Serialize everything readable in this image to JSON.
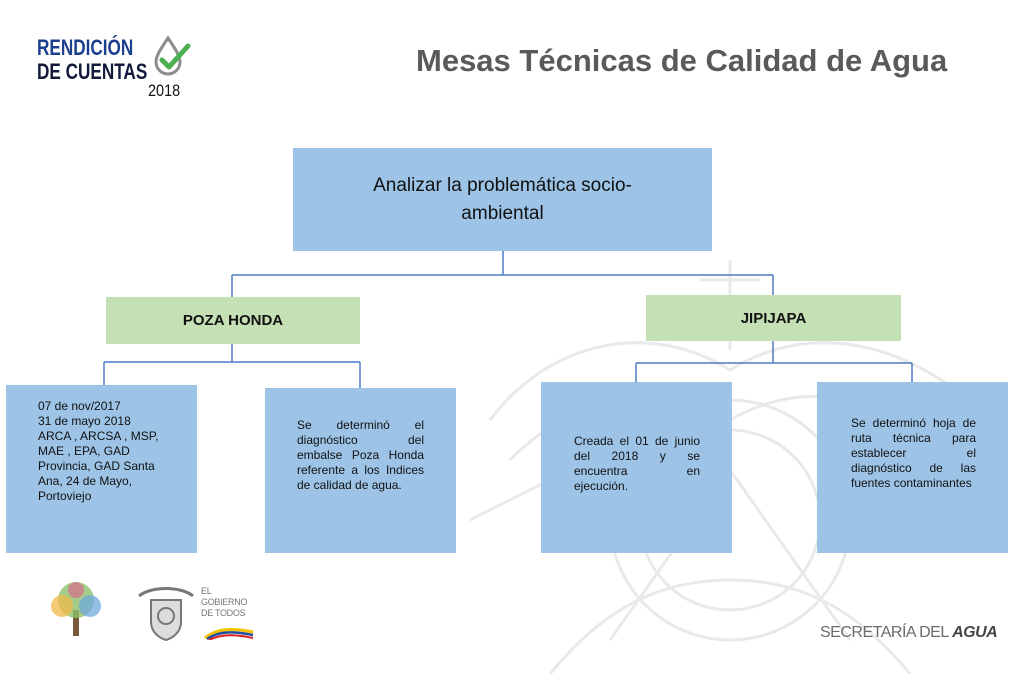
{
  "header": {
    "logo_line1": "RENDICIÓN",
    "logo_line2": "DE CUENTAS",
    "logo_year": "2018",
    "title": "Mesas Técnicas de Calidad de Agua"
  },
  "diagram": {
    "root": "Analizar la problemática socio-ambiental",
    "branches": [
      {
        "label": "POZA HONDA",
        "children": [
          "07 de nov/2017\n31 de mayo 2018\nARCA , ARCSA , MSP, MAE , EPA, GAD Provincia, GAD Santa Ana, 24 de Mayo, Portoviejo",
          "Se determinó el diagnóstico del embalse Poza Honda referente a los Indices de calidad de agua."
        ]
      },
      {
        "label": "JIPIJAPA",
        "children": [
          "Creada el 01 de junio del 2018 y se encuentra en ejecución.",
          "Se determinó hoja de ruta técnica para establecer el diagnóstico de las fuentes contaminantes"
        ]
      }
    ],
    "colors": {
      "blue_box": "#9dc3e6",
      "green_box": "#c5e0b4",
      "connector": "#4a7ac4"
    }
  },
  "footer": {
    "gov_text": "EL\nGOBIERNO\nDE TODOS",
    "secretaria_light": "SECRETARÍA DEL ",
    "secretaria_bold": "AGUA",
    "icons": [
      "tree-logo-icon",
      "ecuador-shield-icon",
      "checkmark-drop-icon"
    ]
  }
}
